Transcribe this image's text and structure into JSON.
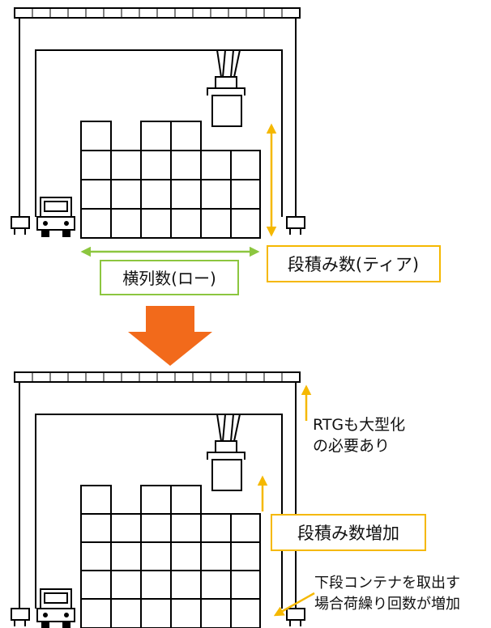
{
  "colors": {
    "structure": "#000000",
    "accent_yellow": "#f5b800",
    "accent_green": "#8cc63f",
    "arrow_orange": "#f26a1b"
  },
  "top_panel": {
    "row_label": "横列数(ロー)",
    "tier_label": "段積み数(ティア)"
  },
  "bottom_panel": {
    "rtg_note_line1": "RTGも大型化",
    "rtg_note_line2": "の必要あり",
    "tier_increase_label": "段積み数増加",
    "rehandle_note_line1": "下段コンテナを取出す",
    "rehandle_note_line2": "場合荷繰り回数が増加"
  }
}
